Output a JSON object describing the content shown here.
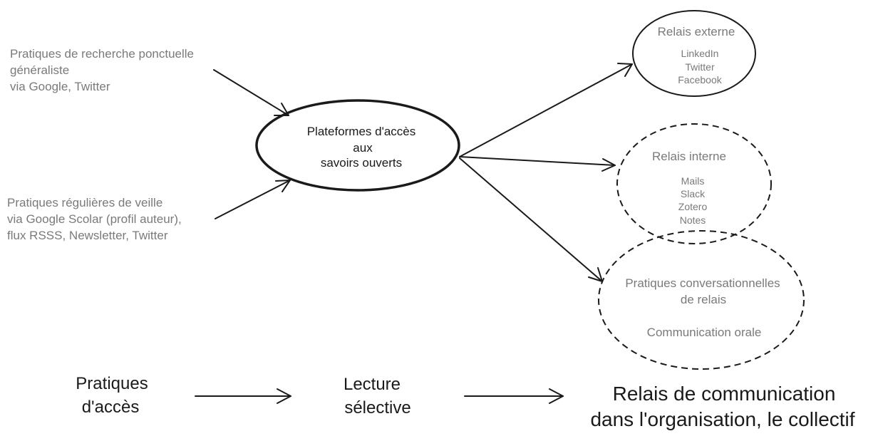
{
  "sources": {
    "ponctuelle": [
      "Pratiques de recherche ponctuelle",
      "généraliste",
      "via Google, Twitter"
    ],
    "reguliere": [
      "Pratiques régulières de veille",
      "via Google Scolar (profil auteur),",
      "flux RSSS, Newsletter, Twitter"
    ]
  },
  "platform": {
    "lines": [
      "Plateformes d'accès",
      "aux",
      "savoirs ouverts"
    ]
  },
  "relais_externe": {
    "title": "Relais externe",
    "items": [
      "LinkedIn",
      "Twitter",
      "Facebook"
    ]
  },
  "relais_interne": {
    "title": "Relais interne",
    "items": [
      "Mails",
      "Slack",
      "Zotero",
      "Notes"
    ]
  },
  "conversationnelles": {
    "title_lines": [
      "Pratiques conversationnelles",
      "de relais"
    ],
    "subtitle": "Communication orale"
  },
  "stages": {
    "acces": [
      "Pratiques",
      "d'accès"
    ],
    "lecture": [
      "Lecture",
      "sélective"
    ],
    "relais": [
      "Relais de communication",
      "dans l'organisation, le collectif"
    ]
  },
  "colors": {
    "text_gray": "#7a7a7a",
    "text_dark": "#1a1a1a",
    "stroke": "#1a1a1a"
  }
}
